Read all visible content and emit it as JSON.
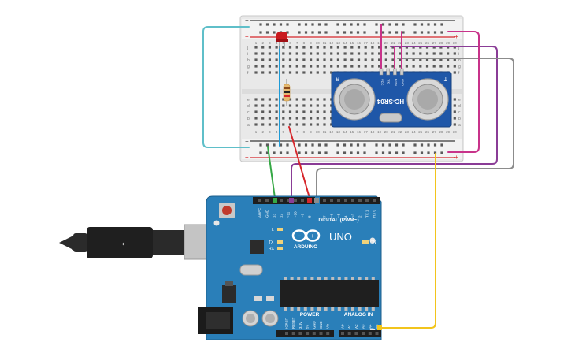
{
  "board": {
    "brand": "ARDUINO",
    "model": "UNO",
    "digital_label": "DIGITAL (PWM~)",
    "power_label": "POWER",
    "analog_label": "ANALOG IN",
    "on_label": "ON",
    "l_label": "L",
    "tx_label": "TX",
    "rx_label": "RX",
    "top_header_pins": [
      "AREF",
      "GND",
      "13",
      "12",
      "~11",
      "~10",
      "~9",
      "8",
      "7",
      "~6",
      "~5",
      "4",
      "~3",
      "2",
      "TX 1",
      "RX 0"
    ],
    "power_pins": [
      "IOREF",
      "RESET",
      "3.3V",
      "5V",
      "GND",
      "GND",
      "Vin"
    ],
    "analog_pins": [
      "A0",
      "A1",
      "A2",
      "A3",
      "A4",
      "A5"
    ]
  },
  "sensor": {
    "name": "HC-SR04",
    "pins": [
      "VCC",
      "Trig",
      "Echo",
      "GND"
    ],
    "left_mark": "T",
    "right_mark": "R"
  },
  "breadboard": {
    "row_letters_top": [
      "j",
      "i",
      "h",
      "g",
      "f"
    ],
    "row_letters_bottom": [
      "e",
      "d",
      "c",
      "b",
      "a"
    ],
    "column_numbers": [
      "1",
      "2",
      "3",
      "4",
      "5",
      "6",
      "7",
      "8",
      "9",
      "10",
      "11",
      "12",
      "13",
      "14",
      "15",
      "16",
      "17",
      "18",
      "19",
      "20",
      "21",
      "22",
      "23",
      "24",
      "25",
      "26",
      "27",
      "28",
      "29",
      "30"
    ],
    "rail_plus": "+",
    "rail_minus": "−"
  },
  "wire_colors": {
    "teal": "#5fbfc9",
    "green": "#35a845",
    "purple": "#8a3c96",
    "gray": "#8c8c8c",
    "red": "#d6262b",
    "magenta": "#c8338a",
    "yellow": "#f2c41c",
    "blue": "#1e9bd7"
  }
}
